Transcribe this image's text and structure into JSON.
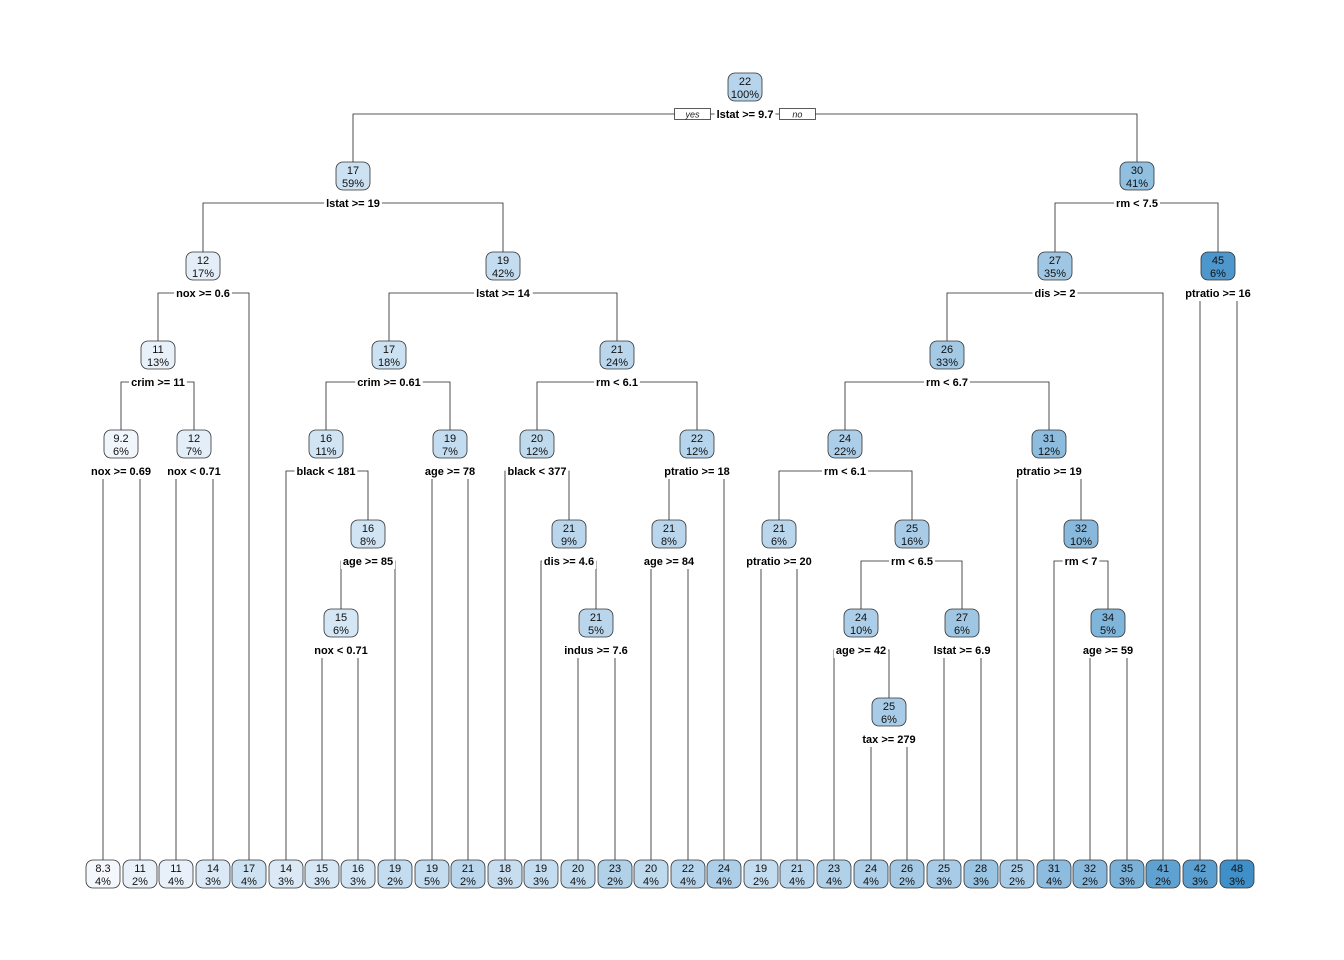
{
  "tree": {
    "yes_label": "yes",
    "no_label": "no",
    "fill_light": "#f4f8fd",
    "fill_dark": "#3f8fc8",
    "nodes": [
      {
        "id": "n1",
        "value": "22",
        "pct": "100%",
        "split": "lstat >= 9.7",
        "yes": "n2",
        "no": "n3"
      },
      {
        "id": "n2",
        "value": "17",
        "pct": "59%",
        "split": "lstat >= 19",
        "yes": "n4",
        "no": "n5"
      },
      {
        "id": "n3",
        "value": "30",
        "pct": "41%",
        "split": "rm < 7.5",
        "yes": "n6",
        "no": "n7"
      },
      {
        "id": "n4",
        "value": "12",
        "pct": "17%",
        "split": "nox >= 0.6",
        "yes": "n8",
        "no": "L5"
      },
      {
        "id": "n5",
        "value": "19",
        "pct": "42%",
        "split": "lstat >= 14",
        "yes": "n9",
        "no": "n10"
      },
      {
        "id": "n6",
        "value": "27",
        "pct": "35%",
        "split": "dis >= 2",
        "yes": "n11",
        "no": "L29"
      },
      {
        "id": "n7",
        "value": "45",
        "pct": "6%",
        "split": "ptratio >= 16",
        "yes": "L30",
        "no": "L31"
      },
      {
        "id": "n8",
        "value": "11",
        "pct": "13%",
        "split": "crim >= 11",
        "yes": "n12",
        "no": "n13"
      },
      {
        "id": "n9",
        "value": "17",
        "pct": "18%",
        "split": "crim >= 0.61",
        "yes": "n14",
        "no": "n15"
      },
      {
        "id": "n10",
        "value": "21",
        "pct": "24%",
        "split": "rm < 6.1",
        "yes": "n16",
        "no": "n17"
      },
      {
        "id": "n11",
        "value": "26",
        "pct": "33%",
        "split": "rm < 6.7",
        "yes": "n18",
        "no": "n19"
      },
      {
        "id": "n12",
        "value": "9.2",
        "pct": "6%",
        "split": "nox >= 0.69",
        "yes": "L1",
        "no": "L2"
      },
      {
        "id": "n13",
        "value": "12",
        "pct": "7%",
        "split": "nox < 0.71",
        "yes": "L3",
        "no": "L4"
      },
      {
        "id": "n14",
        "value": "16",
        "pct": "11%",
        "split": "black < 181",
        "yes": "L6",
        "no": "n20"
      },
      {
        "id": "n15",
        "value": "19",
        "pct": "7%",
        "split": "age >= 78",
        "yes": "L10",
        "no": "L11"
      },
      {
        "id": "n16",
        "value": "20",
        "pct": "12%",
        "split": "black < 377",
        "yes": "L12",
        "no": "n21"
      },
      {
        "id": "n17",
        "value": "22",
        "pct": "12%",
        "split": "ptratio >= 18",
        "yes": "n22",
        "no": "L18"
      },
      {
        "id": "n18",
        "value": "24",
        "pct": "22%",
        "split": "rm < 6.1",
        "yes": "n23",
        "no": "n24"
      },
      {
        "id": "n19",
        "value": "31",
        "pct": "12%",
        "split": "ptratio >= 19",
        "yes": "L25",
        "no": "n25"
      },
      {
        "id": "n20",
        "value": "16",
        "pct": "8%",
        "split": "age >= 85",
        "yes": "n26",
        "no": "L9"
      },
      {
        "id": "n21",
        "value": "21",
        "pct": "9%",
        "split": "dis >= 4.6",
        "yes": "L13",
        "no": "n27"
      },
      {
        "id": "n22",
        "value": "21",
        "pct": "8%",
        "split": "age >= 84",
        "yes": "L16",
        "no": "L17"
      },
      {
        "id": "n23",
        "value": "21",
        "pct": "6%",
        "split": "ptratio >= 20",
        "yes": "L19",
        "no": "L20"
      },
      {
        "id": "n24",
        "value": "25",
        "pct": "16%",
        "split": "rm < 6.5",
        "yes": "n28",
        "no": "n29"
      },
      {
        "id": "n25",
        "value": "32",
        "pct": "10%",
        "split": "rm < 7",
        "yes": "L26",
        "no": "n30"
      },
      {
        "id": "n26",
        "value": "15",
        "pct": "6%",
        "split": "nox < 0.71",
        "yes": "L7",
        "no": "L8"
      },
      {
        "id": "n27",
        "value": "21",
        "pct": "5%",
        "split": "indus >= 7.6",
        "yes": "L14",
        "no": "L15"
      },
      {
        "id": "n28",
        "value": "24",
        "pct": "10%",
        "split": "age >= 42",
        "yes": "L21",
        "no": "n31"
      },
      {
        "id": "n29",
        "value": "27",
        "pct": "6%",
        "split": "lstat >= 6.9",
        "yes": "L23",
        "no": "L24"
      },
      {
        "id": "n30",
        "value": "34",
        "pct": "5%",
        "split": "age >= 59",
        "yes": "L27",
        "no": "L28"
      },
      {
        "id": "n31",
        "value": "25",
        "pct": "6%",
        "split": "tax >= 279",
        "yes": "L22",
        "no": "L22b"
      },
      {
        "id": "L1",
        "value": "8.3",
        "pct": "4%"
      },
      {
        "id": "L2",
        "value": "11",
        "pct": "2%"
      },
      {
        "id": "L3",
        "value": "11",
        "pct": "4%"
      },
      {
        "id": "L4",
        "value": "14",
        "pct": "3%"
      },
      {
        "id": "L5",
        "value": "17",
        "pct": "4%"
      },
      {
        "id": "L6",
        "value": "14",
        "pct": "3%"
      },
      {
        "id": "L7",
        "value": "15",
        "pct": "3%"
      },
      {
        "id": "L8",
        "value": "16",
        "pct": "3%"
      },
      {
        "id": "L9",
        "value": "19",
        "pct": "2%"
      },
      {
        "id": "L10",
        "value": "19",
        "pct": "5%"
      },
      {
        "id": "L11",
        "value": "21",
        "pct": "2%"
      },
      {
        "id": "L12",
        "value": "18",
        "pct": "3%"
      },
      {
        "id": "L13",
        "value": "19",
        "pct": "3%"
      },
      {
        "id": "L14",
        "value": "20",
        "pct": "4%"
      },
      {
        "id": "L15",
        "value": "23",
        "pct": "2%"
      },
      {
        "id": "L16",
        "value": "20",
        "pct": "4%"
      },
      {
        "id": "L17",
        "value": "22",
        "pct": "4%"
      },
      {
        "id": "L18",
        "value": "24",
        "pct": "4%"
      },
      {
        "id": "L19",
        "value": "19",
        "pct": "2%"
      },
      {
        "id": "L20",
        "value": "21",
        "pct": "4%"
      },
      {
        "id": "L21",
        "value": "23",
        "pct": "4%"
      },
      {
        "id": "L22",
        "value": "24",
        "pct": "4%"
      },
      {
        "id": "L22b",
        "value": "26",
        "pct": "2%"
      },
      {
        "id": "L23",
        "value": "25",
        "pct": "3%"
      },
      {
        "id": "L24",
        "value": "28",
        "pct": "3%"
      },
      {
        "id": "L25",
        "value": "25",
        "pct": "2%"
      },
      {
        "id": "L26",
        "value": "31",
        "pct": "4%"
      },
      {
        "id": "L27",
        "value": "32",
        "pct": "2%"
      },
      {
        "id": "L28",
        "value": "35",
        "pct": "3%"
      },
      {
        "id": "L29",
        "value": "41",
        "pct": "2%"
      },
      {
        "id": "L30",
        "value": "42",
        "pct": "3%"
      },
      {
        "id": "L31",
        "value": "48",
        "pct": "3%"
      }
    ]
  }
}
